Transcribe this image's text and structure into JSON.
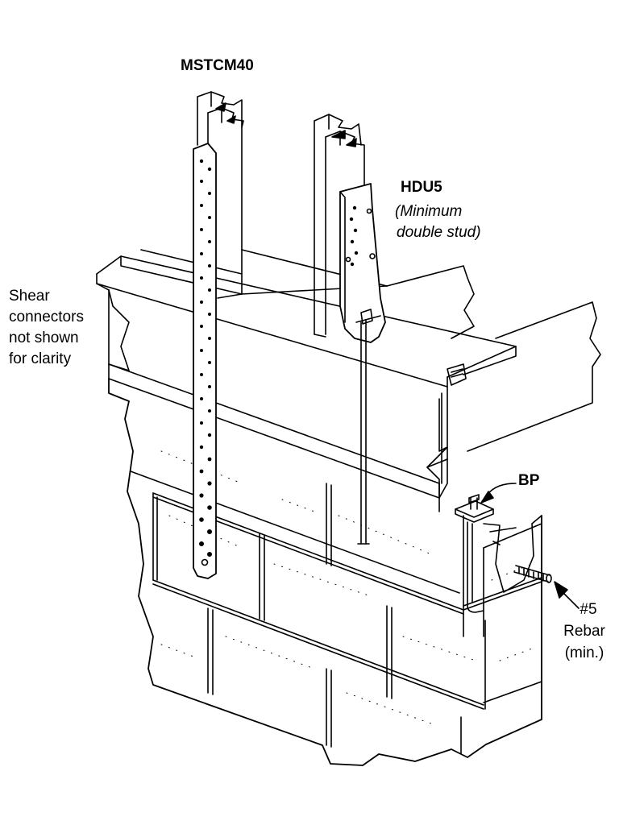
{
  "labels": {
    "strap": "MSTCM40",
    "holdown": "HDU5",
    "holdown_note_line1": "(Minimum",
    "holdown_note_line2": "double stud)",
    "shear_line1": "Shear",
    "shear_line2": "connectors",
    "shear_line3": "not shown",
    "shear_line4": "for clarity",
    "bearing_plate": "BP",
    "rebar_line1": "#5",
    "rebar_line2": "Rebar",
    "rebar_line3": "(min.)"
  },
  "colors": {
    "ink": "#000000",
    "paper": "#ffffff"
  }
}
